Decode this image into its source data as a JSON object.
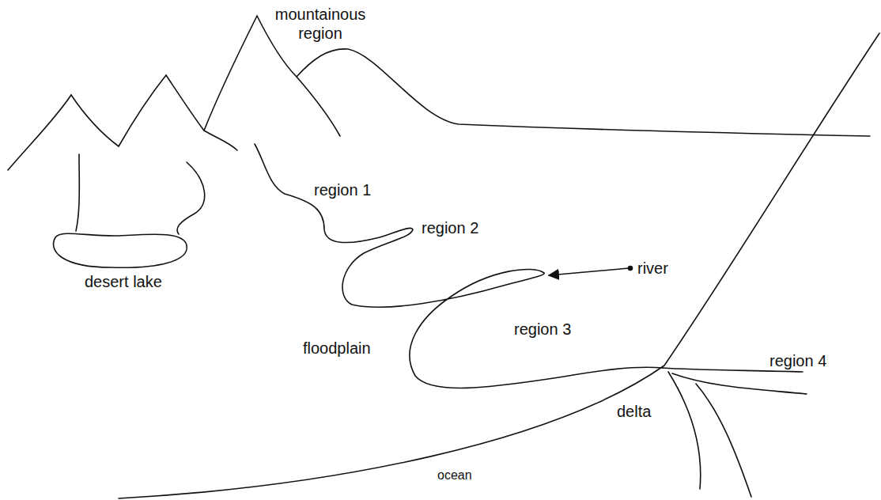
{
  "diagram": {
    "labels": [
      "mountainous region",
      "region 1",
      "region 2",
      "river",
      "desert lake",
      "floodplain",
      "region 3",
      "region 4",
      "delta",
      "ocean"
    ]
  }
}
